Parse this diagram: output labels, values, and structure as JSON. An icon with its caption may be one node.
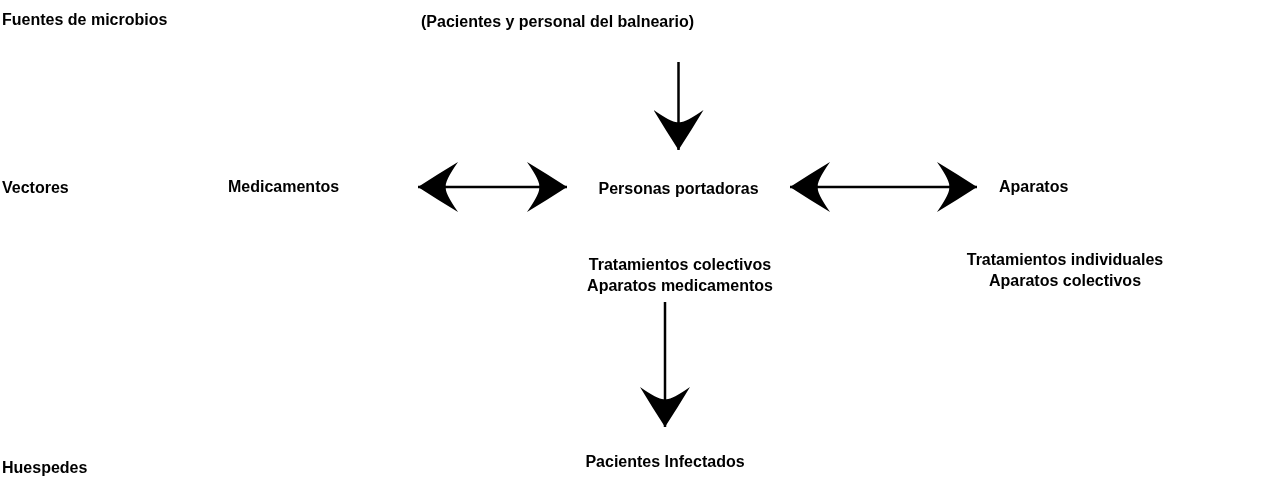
{
  "diagram": {
    "nodes": [
      {
        "text": [
          "(Pacientes y personal del balneario)"
        ]
      },
      {
        "text": [
          "Medicamentos"
        ]
      },
      {
        "text": [
          "Personas portadoras"
        ]
      },
      {
        "text": [
          "Aparatos"
        ]
      },
      {
        "text": [
          "Tratamientos colectivos Aparatos medicamentos"
        ]
      },
      {
        "text": [
          "Pacientes Infectados"
        ]
      }
    ],
    "edges": [
      {
        "from": 0,
        "to": 2,
        "arrow": "to"
      },
      {
        "from": 1,
        "to": 2,
        "arrow": "both"
      },
      {
        "from": 2,
        "to": 3,
        "arrow": "both"
      },
      {
        "from": 4,
        "to": 5,
        "arrow": "to"
      }
    ],
    "labels": [
      "Fuentes de microbios",
      "Vectores",
      "Tratamientos individuales Aparatos colectivos",
      "Huespedes"
    ]
  }
}
